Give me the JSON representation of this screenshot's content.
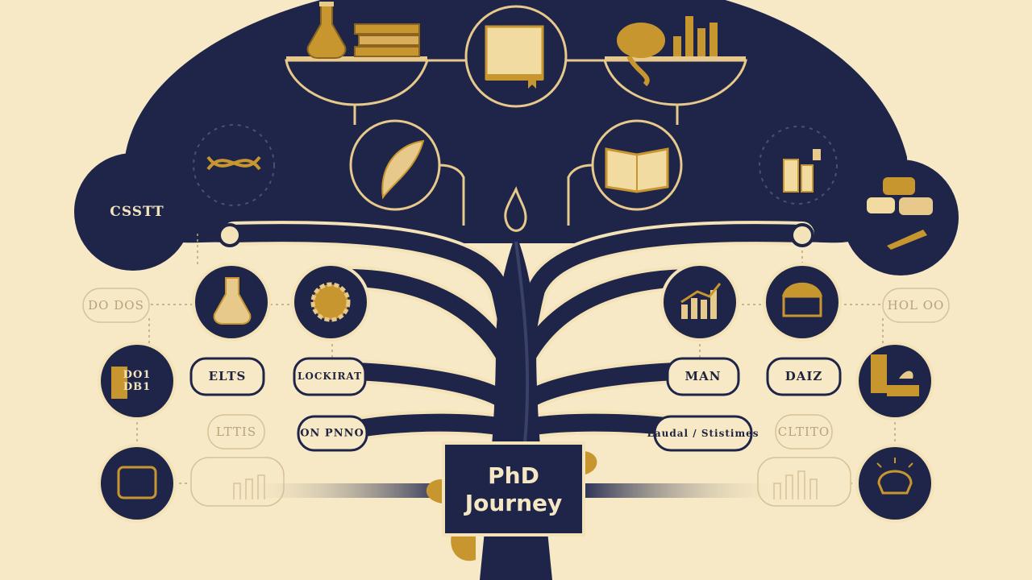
{
  "title": {
    "line1": "PhD",
    "line2": "Journey"
  },
  "colors": {
    "background": "#f7e9c6",
    "navy": "#1f2548",
    "gold": "#c8962e",
    "cream": "#f4e3b8",
    "line": "#e7c98c"
  },
  "labels": {
    "top_left_blurred": "CSSTT",
    "left_pill_1": "DO DOS",
    "left_circle": "DO1 DB1",
    "left_box_1": "ELTS",
    "left_faint_1": "LTTIS",
    "center_left_box_1": "LOCKIRAT",
    "center_left_box_2": "ON PNNO",
    "center_right_box_1": "MAN",
    "center_right_box_2": "Laudal / Stistimes",
    "right_box_1": "DAIZ",
    "right_pill_1": "HOL OO",
    "right_faint_1": "CLTITO"
  },
  "icons": [
    "flask-icon",
    "books-icon",
    "book-icon",
    "globe-icon",
    "bar-chart-icon",
    "quill-icon",
    "open-book-icon",
    "dna-icon",
    "lab-instrument-icon",
    "speech-bubbles-icon",
    "pencil-icon",
    "beaker-icon",
    "gear-brain-icon",
    "rising-chart-icon",
    "institution-icon",
    "folder-icon",
    "computer-icon",
    "lightbulb-brain-icon",
    "ink-drop-icon"
  ]
}
